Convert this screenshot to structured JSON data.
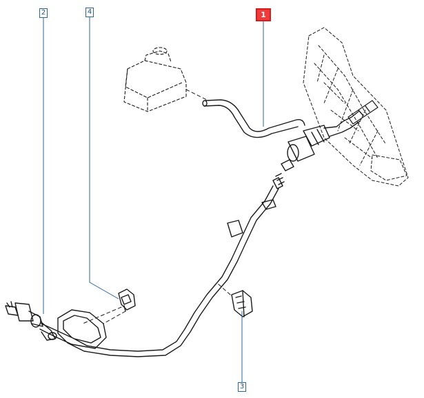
{
  "callouts": [
    {
      "id": "callout-1",
      "label": "1",
      "highlighted": true
    },
    {
      "id": "callout-2",
      "label": "2",
      "highlighted": false
    },
    {
      "id": "callout-3",
      "label": "3",
      "highlighted": false
    },
    {
      "id": "callout-4",
      "label": "4",
      "highlighted": false
    }
  ],
  "colors": {
    "line": "#1a1a1a",
    "leader": "#2a6496",
    "highlight": "#d61c1c",
    "dashed": "#3a3a3a"
  }
}
